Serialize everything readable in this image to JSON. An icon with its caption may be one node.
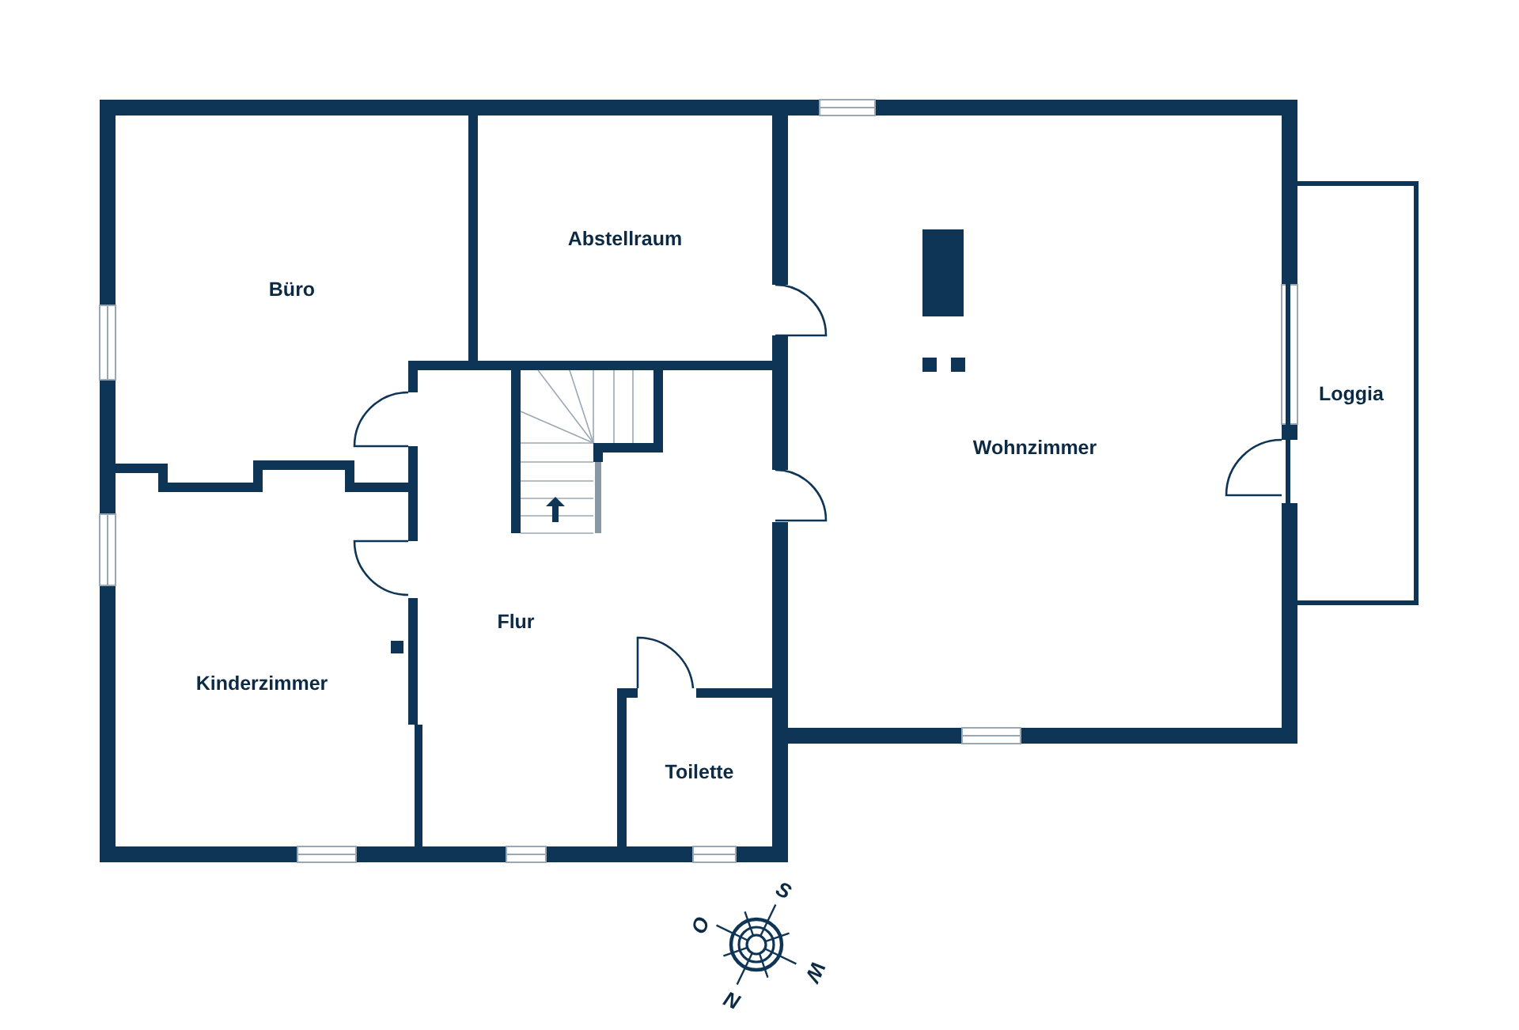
{
  "diagram": {
    "nodes": [
      {
        "text": [
          "Büro"
        ]
      },
      {
        "text": [
          "Abstellraum"
        ]
      },
      {
        "text": [
          "Loggia"
        ]
      },
      {
        "text": [
          "Wohnzimmer"
        ]
      },
      {
        "text": [
          "Flur"
        ]
      },
      {
        "text": [
          "Kinderzimmer"
        ]
      },
      {
        "text": [
          "Toilette"
        ]
      }
    ],
    "labels": [
      "S",
      "O",
      "W",
      "N"
    ]
  }
}
